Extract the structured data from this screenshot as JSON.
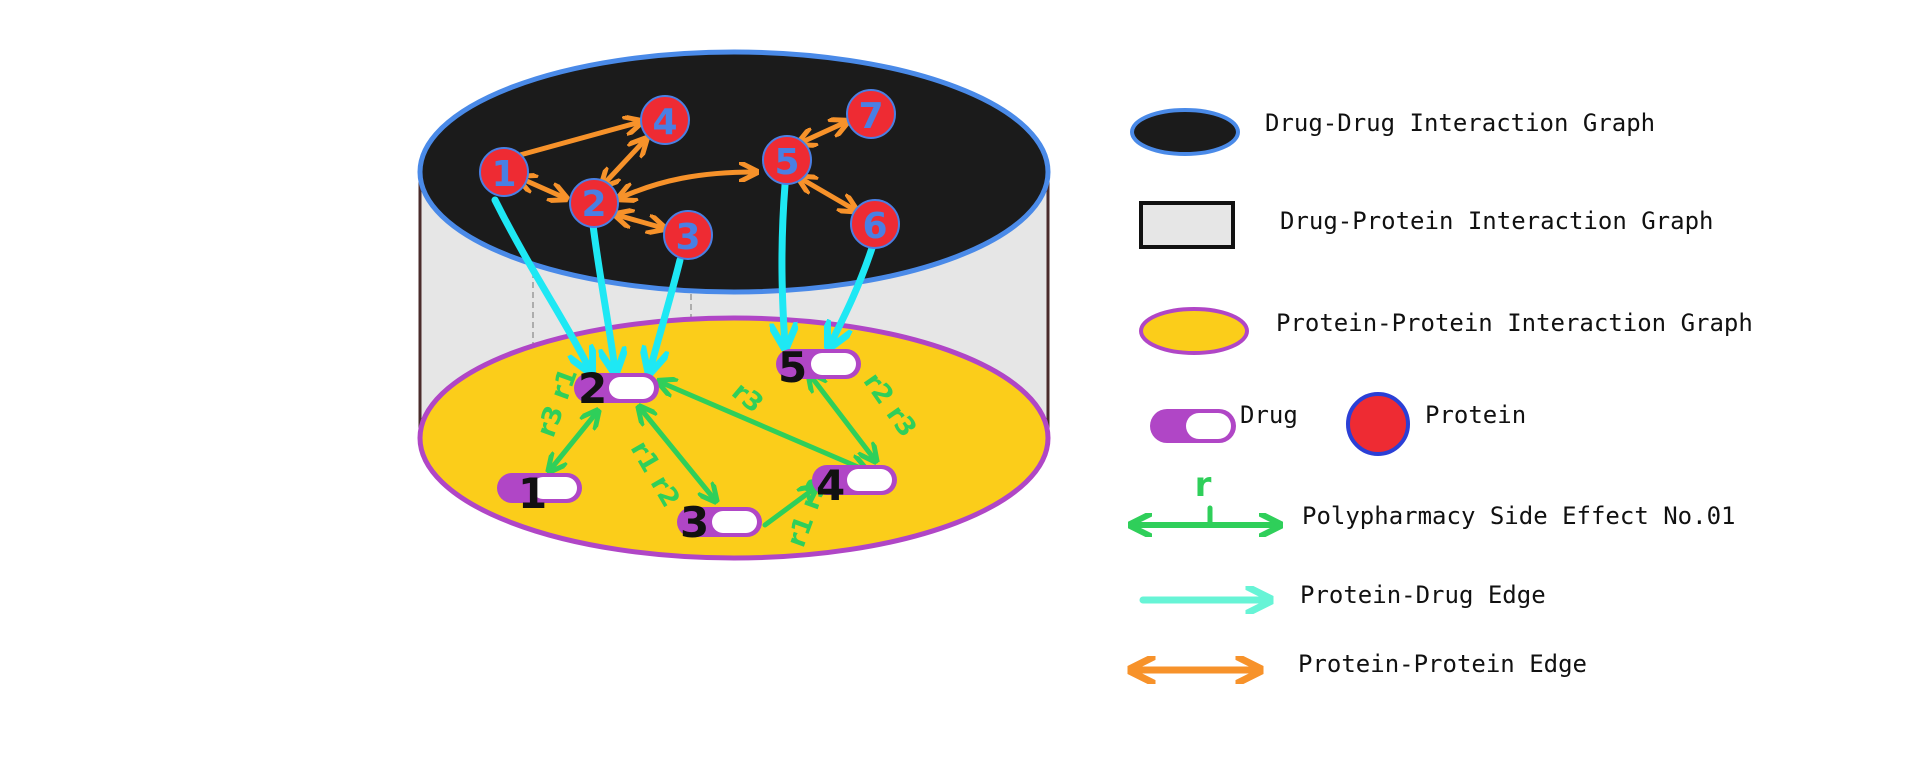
{
  "colors": {
    "ddi_fill": "#1b1b1b",
    "ddi_stroke": "#4a8ae8",
    "cylinder_side": "#e6e6e6",
    "ppi_fill": "#fbcd1a",
    "ppi_stroke": "#b046c6",
    "protein_fill": "#ee2b33",
    "protein_label": "#4a7fe3",
    "drug_fill": "#b046c6",
    "protein_protein_edge": "#f7922a",
    "protein_drug_edge": "#1ee8f4",
    "side_effect_edge": "#2fcf5a",
    "drug_label": "#111111",
    "legend_drug_edge": "#67f4d6"
  },
  "proteins": [
    {
      "id": "1",
      "label": "1"
    },
    {
      "id": "2",
      "label": "2"
    },
    {
      "id": "3",
      "label": "3"
    },
    {
      "id": "4",
      "label": "4"
    },
    {
      "id": "5",
      "label": "5"
    },
    {
      "id": "6",
      "label": "6"
    },
    {
      "id": "7",
      "label": "7"
    }
  ],
  "drugs": [
    {
      "id": "1",
      "label": "1"
    },
    {
      "id": "2",
      "label": "2"
    },
    {
      "id": "3",
      "label": "3"
    },
    {
      "id": "4",
      "label": "4"
    },
    {
      "id": "5",
      "label": "5"
    }
  ],
  "side_effect_labels": {
    "d1_d2": "r3 r1",
    "d2_d3": "r1 r2",
    "d2_d4": "r3",
    "d4_d5": "r2 r3",
    "d3_d4": "r1 r3"
  },
  "legend": {
    "ddi": "Drug-Drug Interaction Graph",
    "dpi": "Drug-Protein Interaction Graph",
    "ppi": "Protein-Protein Interaction Graph",
    "drug": "Drug",
    "protein": "Protein",
    "side_effect_symbol": "r",
    "side_effect": "Polypharmacy Side Effect No.01",
    "protein_drug_edge": "Protein-Drug Edge",
    "protein_protein_edge": "Protein-Protein Edge"
  }
}
